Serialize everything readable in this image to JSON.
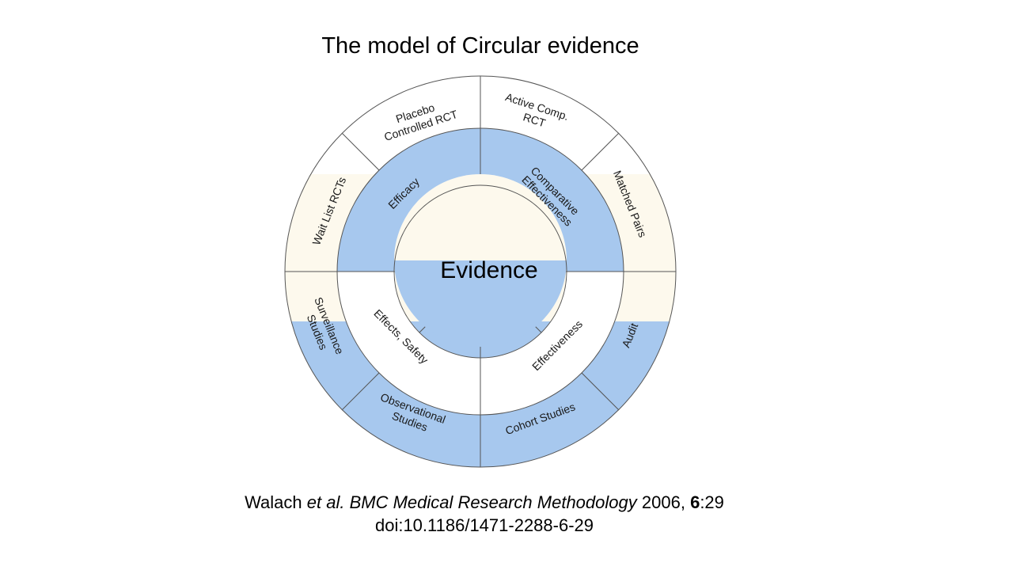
{
  "title": "The model of Circular evidence",
  "colors": {
    "blue": "#a7c8ee",
    "cream": "#fdf9ed",
    "white": "#ffffff",
    "stroke": "#555555"
  },
  "center": {
    "label": "Evidence"
  },
  "inner_ring": [
    {
      "id": "efficacy",
      "label": "Efficacy"
    },
    {
      "id": "comparative",
      "lines": [
        "Comparative",
        "Effectiveness"
      ]
    },
    {
      "id": "effectiveness",
      "label": "Effectiveness"
    },
    {
      "id": "effects-safety",
      "label": "Effects, Safety"
    }
  ],
  "outer_ring": [
    {
      "id": "active-comp",
      "lines": [
        "Active Comp.",
        "RCT"
      ]
    },
    {
      "id": "matched-pairs",
      "label": "Matched Pairs"
    },
    {
      "id": "audit",
      "label": "Audit"
    },
    {
      "id": "cohort",
      "label": "Cohort Studies"
    },
    {
      "id": "observational",
      "lines": [
        "Observational",
        "Studies"
      ]
    },
    {
      "id": "surveillance",
      "lines": [
        "Surveillance",
        "Studies"
      ]
    },
    {
      "id": "wait-list",
      "label": "Wait List RCTs"
    },
    {
      "id": "placebo",
      "lines": [
        "Placebo",
        "Controlled RCT"
      ]
    }
  ],
  "citation": {
    "author": "Walach",
    "etal": "et al.",
    "journal": "BMC Medical Research Methodology",
    "year": "2006,",
    "volume": "6",
    "page": ":29",
    "doi": "doi:10.1186/1471-2288-6-29"
  }
}
